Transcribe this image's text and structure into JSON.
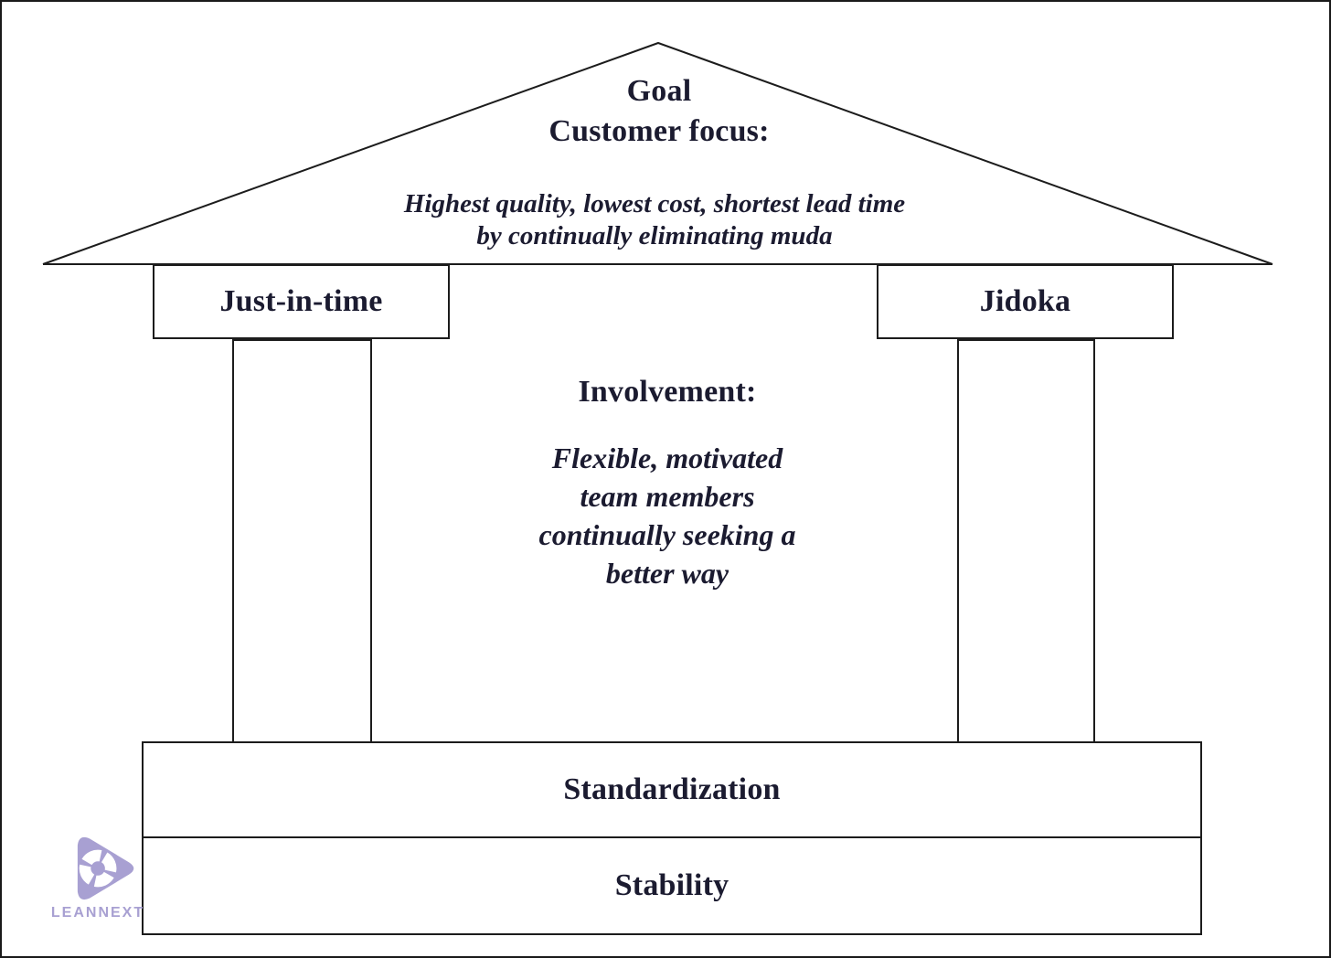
{
  "diagram": {
    "name": "Lean house diagram",
    "roof": {
      "title_line1": "Goal",
      "title_line2": "Customer focus:",
      "subtitle_line1": "Highest quality, lowest cost, shortest lead time",
      "subtitle_line2": "by continually eliminating muda"
    },
    "pillars": {
      "left_label": "Just-in-time",
      "right_label": "Jidoka"
    },
    "center": {
      "heading": "Involvement:",
      "body_line1": "Flexible, motivated",
      "body_line2": "team members",
      "body_line3": "continually seeking a",
      "body_line4": "better way"
    },
    "base": {
      "top_label": "Standardization",
      "bottom_label": "Stability"
    }
  },
  "logo": {
    "brand": "LEANNEXT",
    "icon": "play-shutter-icon",
    "color": "#a8a0d2"
  },
  "colors": {
    "line": "#1c1c1c",
    "text": "#1b1b30",
    "background": "#ffffff",
    "outer_border": "#1a1a1a"
  }
}
